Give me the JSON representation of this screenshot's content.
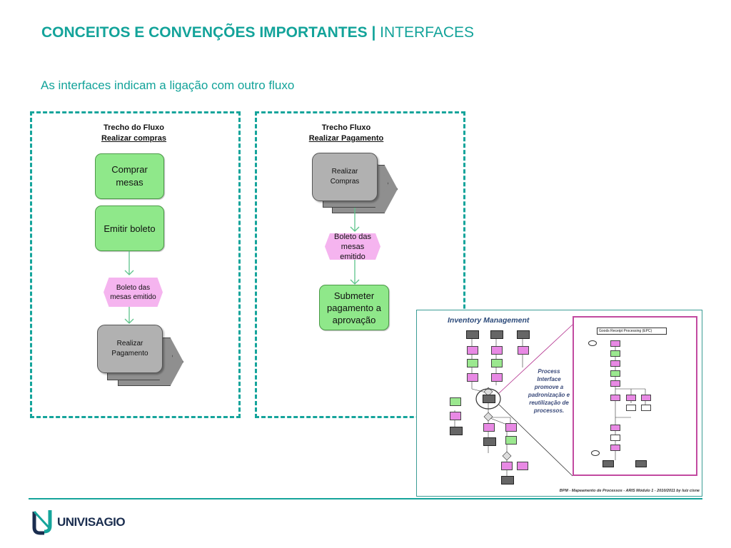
{
  "header": {
    "title_main": "CONCEITOS E CONVENÇÕES IMPORTANTES |",
    "title_section": "INTERFACES",
    "subtitle": "As interfaces indicam a ligação com outro fluxo"
  },
  "panel_left": {
    "title_line1": "Trecho do Fluxo",
    "title_line2": "Realizar compras",
    "function1": "Comprar mesas",
    "function2": "Emitir boleto",
    "event": "Boleto das mesas emitido",
    "interface": "Realizar Pagamento"
  },
  "panel_right": {
    "title_line1": "Trecho Fluxo",
    "title_line2": "Realizar Pagamento",
    "interface": "Realizar Compras",
    "event": "Boleto das mesas emitido",
    "function1": "Submeter pagamento a aprovação"
  },
  "inset": {
    "title": "Inventory Management",
    "sub_diagram_title": "Goods Receipt Processing (EPC)",
    "note": "Process Interface promove a padronização e reutilização de processos.",
    "caption": "BPM - Mapeamento de Processos - ARIS Módulo 1 - 2010/2011 by luiz cisne"
  },
  "footer": {
    "logo_text": "UNIVISAGIO"
  },
  "colors": {
    "accent": "#13a39a",
    "function_green": "#8fe88a",
    "event_pink": "#f5b4ef",
    "interface_gray": "#b1b1b1",
    "logo_navy": "#1a2d4f"
  }
}
